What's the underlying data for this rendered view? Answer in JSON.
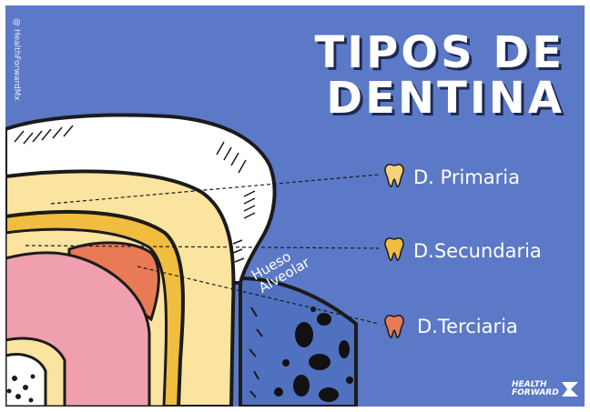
{
  "title": {
    "line1": "TIPOS DE",
    "line2": "DENTINA"
  },
  "side_handle": "@ HealthForwardMx",
  "labels": [
    {
      "text": "D. Primaria",
      "icon": "tooth-icon",
      "color": "#f7d27a"
    },
    {
      "text": "D.Secundaria",
      "icon": "tooth-icon",
      "color": "#f1bd3f"
    },
    {
      "text": "D.Terciaria",
      "icon": "tooth-icon",
      "color": "#e87a55"
    }
  ],
  "bone_label": {
    "line1": "Hueso",
    "line2": "Alveolar"
  },
  "brand": {
    "line1": "HEALTH",
    "line2": "FORWARD"
  },
  "colors": {
    "background": "#5b79c6",
    "enamel": "#ffffff",
    "primary_dentin": "#fbe3a0",
    "secondary_dentin": "#f1bd3f",
    "tertiary_dentin": "#e87a55",
    "pulp": "#ef9fae",
    "bone": "#5070c0",
    "outline": "#1b1b1b"
  }
}
